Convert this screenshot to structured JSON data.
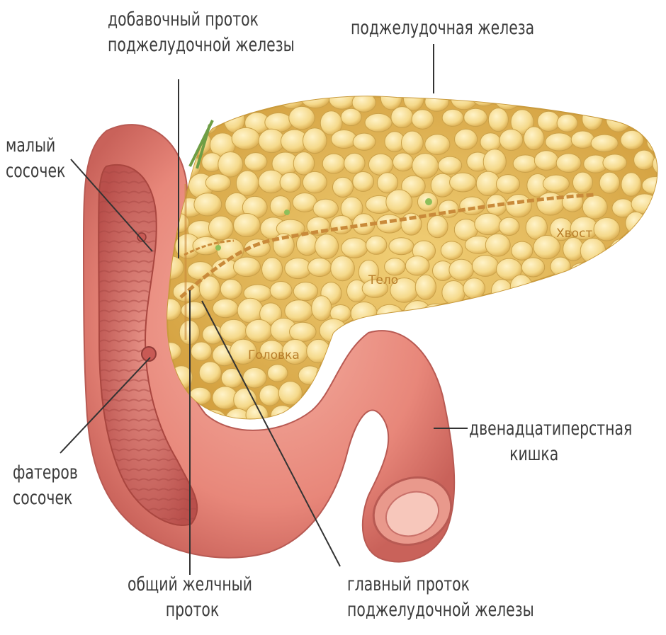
{
  "labels": {
    "accessory_duct": [
      "добавочный проток",
      "поджелудочной железы"
    ],
    "pancreas": "поджелудочная железа",
    "minor_papilla": [
      "малый",
      "сосочек"
    ],
    "tail": "Хвост",
    "body": "Тело",
    "head": "Головка",
    "duodenum": [
      "двенадцатиперстная",
      "кишка"
    ],
    "vater_papilla": [
      "фатеров",
      "сосочек"
    ],
    "common_bile_duct": [
      "общий желчный",
      "проток"
    ],
    "main_duct": [
      "главный проток",
      "поджелудочной железы"
    ]
  },
  "colors": {
    "pancreas": "#f2cf74",
    "pancreas_lobule": "#f9e3a0",
    "duodenum": "#e8877a",
    "duodenum_inner": "#c85a55",
    "duct": "#c98a3a",
    "text": "#3c3c3c"
  }
}
